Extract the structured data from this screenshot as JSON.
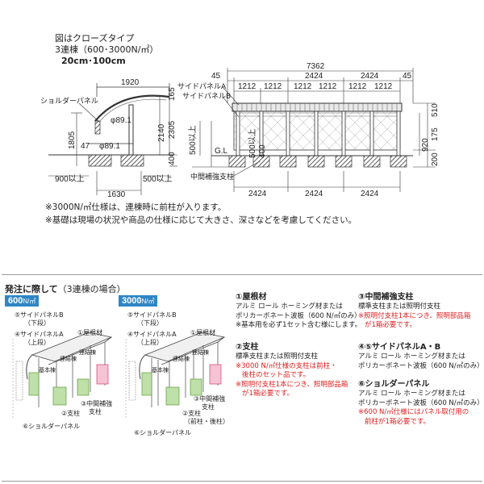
{
  "header": {
    "line1": "図はクローズタイプ",
    "line2": "3連棟（600･3000N/㎡）",
    "line3": "20cm･100cm"
  },
  "side_view": {
    "top_width": "1920",
    "shoulder_label": "ショルダーパネル",
    "phi1": "φ89.1",
    "phi2": "φ89.1",
    "d47": "47",
    "h1805": "1805",
    "h2140": "2140",
    "h2305": "2305",
    "h165": "165",
    "h400": "400",
    "min900": "900以上",
    "min500": "500以上",
    "base1630": "1630"
  },
  "front_view": {
    "total": "7362",
    "left45": "45",
    "right45": "45",
    "side_a": "サイドパネルA",
    "side_b": "サイドパネルB",
    "bays_top": [
      "1212",
      "1212",
      "2424",
      "2424"
    ],
    "bays_top_b": [
      "1212",
      "1212"
    ],
    "bays_bottom": [
      "2424",
      "2424",
      "2424"
    ],
    "h510": "510",
    "h175": "175",
    "h920": "920",
    "h200": "200",
    "h400": "400",
    "min500a": "500以上",
    "min500b": "500以上",
    "gl": "G.L",
    "mid_post": "中間補強支柱"
  },
  "notes": [
    "※3000N/㎡仕様は、連棟時に前柱が入ります。",
    "※基礎は現場の状況や商品の仕様に応じて大きさ、深さなどを考慮してください。"
  ],
  "order": {
    "title": "発注に際して",
    "subtitle": "（3連棟の場合）",
    "tab600": "600",
    "tab3000": "3000",
    "tab_unit": "N/㎡",
    "left_labels": {
      "side_b": "⑤サイドパネルB",
      "side_b_sub": "（下段）",
      "side_a": "④サイドパネルA",
      "side_a_sub": "（上段）",
      "roof": "①屋根材",
      "base": "基本棟",
      "add1": "連結棟",
      "add2": "連結棟",
      "mid": "③中間補強",
      "mid2": "支柱",
      "post": "②支柱",
      "shoulder": "⑥ショルダーパネル"
    },
    "right_labels": {
      "side_b": "⑤サイドパネルB",
      "side_b_sub": "（下段）",
      "side_a": "④サイドパネルA",
      "side_a_sub": "（上段）",
      "roof": "①屋根材",
      "base": "基本棟",
      "add1": "連結棟",
      "add2": "連結棟",
      "mid": "③中間補強",
      "mid2": "支柱",
      "post": "②支柱",
      "post2": "（前柱・後柱）",
      "shoulder": "⑥ショルダーパネル"
    },
    "items": {
      "roof_title": "①屋根材",
      "roof_l1": "アルミ ロール ホーミング材または",
      "roof_l2": "ポリカーボネート波板（600 N/㎡のみ）",
      "roof_l3": "※基本用を必ず1セット含む様にします。",
      "post_title": "②支柱",
      "post_l1": "標準支柱または照明付支柱",
      "post_l2": "※3000 N/㎡仕様の支柱は前柱・",
      "post_l3": "後柱のセット品です。",
      "post_l4": "※照明付支柱1本につき、照明部品箱",
      "post_l5": "が1箱必要です。",
      "mid_title": "③中間補強支柱",
      "mid_l1": "標準支柱または照明付支柱",
      "mid_l2": "※照明付支柱1本につき、照明部品箱",
      "mid_l3": "が1箱必要です。",
      "side_title": "④⑤サイドパネルA・B",
      "side_l1": "アルミ ロール ホーミング材または",
      "side_l2": "ポリカーボネート波板（600 N/㎡のみ）",
      "shoulder_title": "⑥ショルダーパネル",
      "shoulder_l1": "アルミ ロール ホーミング材または",
      "shoulder_l2": "ポリカーボネート波板（600 N/㎡のみ）",
      "shoulder_l3": "※600 N/㎡仕様にはパネル取付用の",
      "shoulder_l4": "前柱が1箱必要です。"
    }
  },
  "colors": {
    "accent": "#2f86c6",
    "warning": "#e02020",
    "line": "#333333",
    "hatch": "#555555"
  }
}
